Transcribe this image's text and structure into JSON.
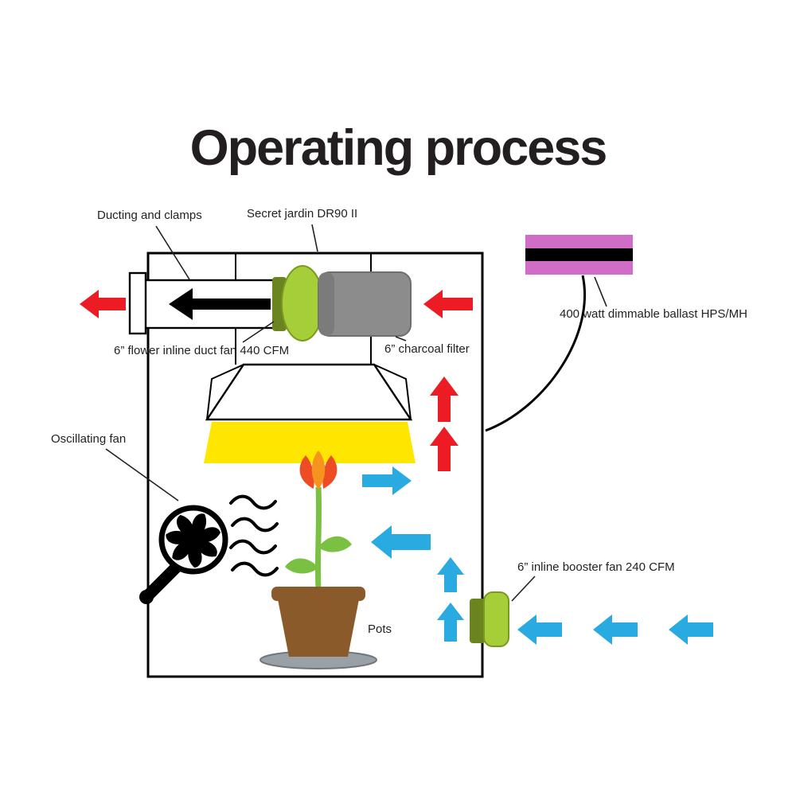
{
  "title": "Operating process",
  "labels": {
    "ducting": "Ducting and clamps",
    "tent": "Secret jardin DR90 II",
    "ballast": "400 watt dimmable ballast HPS/MH",
    "duct_fan": "6” flower inline duct fan 440 CFM",
    "charcoal_filter": "6” charcoal filter",
    "oscillating_fan": "Oscillating fan",
    "booster_fan": "6” inline booster fan 240 CFM",
    "pots": "Pots"
  },
  "colors": {
    "red": "#ed1c24",
    "blue": "#29abe2",
    "green": "#a6ce39",
    "dark_green": "#6b8420",
    "yellow": "#ffe600",
    "pink": "#d06ec7",
    "brown": "#8a5a2b",
    "gray_filter": "#8c8c8c",
    "saucer_gray": "#99a0a6",
    "stem_green": "#7ac143",
    "flower_orange": "#f7941d",
    "flower_red": "#ee4d23",
    "text": "#231f20"
  }
}
